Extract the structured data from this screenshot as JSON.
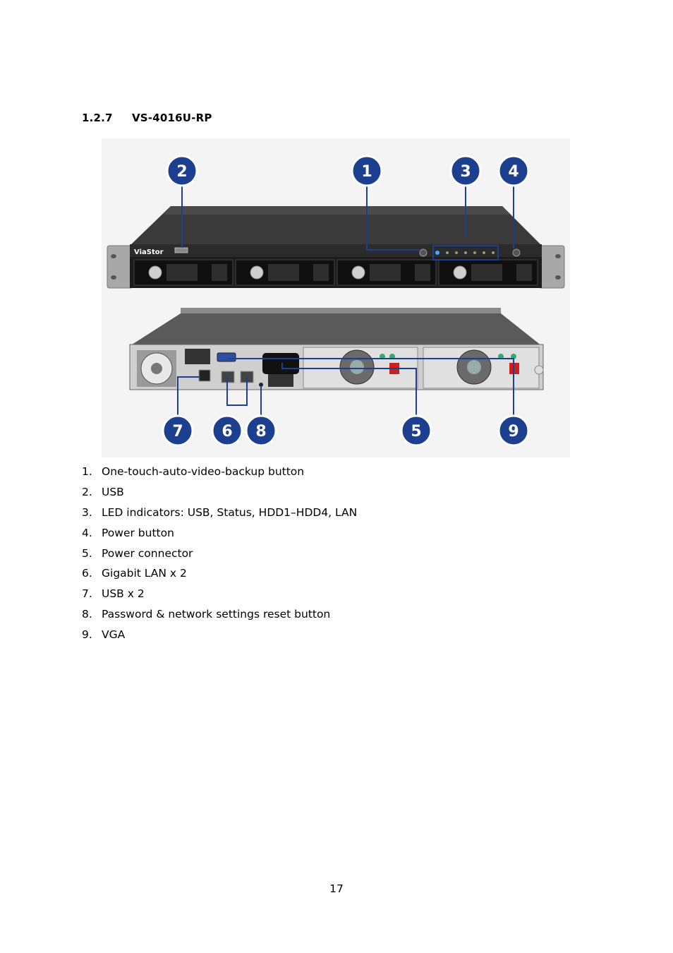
{
  "section": {
    "number": "1.2.7",
    "title": "VS-4016U-RP"
  },
  "figure": {
    "brand": "ViaStor",
    "callouts": [
      "1",
      "2",
      "3",
      "4",
      "5",
      "6",
      "7",
      "8",
      "9"
    ],
    "colors": {
      "callout_fill": "#1d3f8f",
      "callout_text": "#ffffff",
      "chassis": "#2a2a2a",
      "leader": "#1d3f8f"
    }
  },
  "items": [
    {
      "num": "1.",
      "text": "One-touch-auto-video-backup button"
    },
    {
      "num": "2.",
      "text": "USB"
    },
    {
      "num": "3.",
      "text": "LED indicators: USB, Status, HDD1–HDD4, LAN"
    },
    {
      "num": "4.",
      "text": "Power button"
    },
    {
      "num": "5.",
      "text": "Power connector"
    },
    {
      "num": "6.",
      "text": "Gigabit LAN x 2"
    },
    {
      "num": "7.",
      "text": "USB x 2"
    },
    {
      "num": "8.",
      "text": "Password & network settings reset button"
    },
    {
      "num": "9.",
      "text": "VGA"
    }
  ],
  "page_number": "17"
}
